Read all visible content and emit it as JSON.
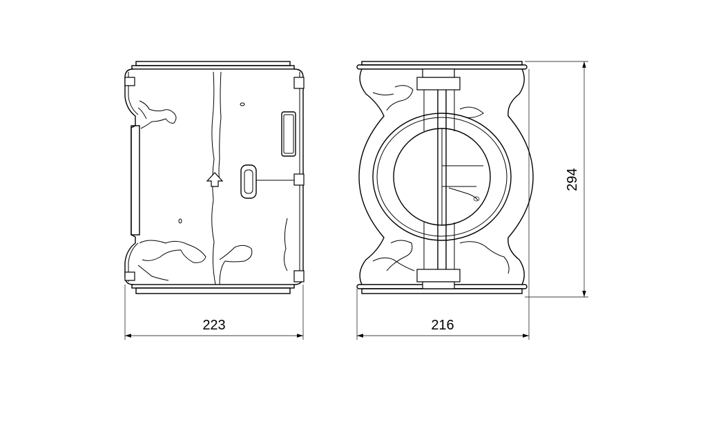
{
  "dimensions": {
    "side_width": "223",
    "front_width": "216",
    "height": "294"
  },
  "colors": {
    "line": "#000000",
    "background": "#ffffff",
    "hidden_line": "#888888"
  }
}
